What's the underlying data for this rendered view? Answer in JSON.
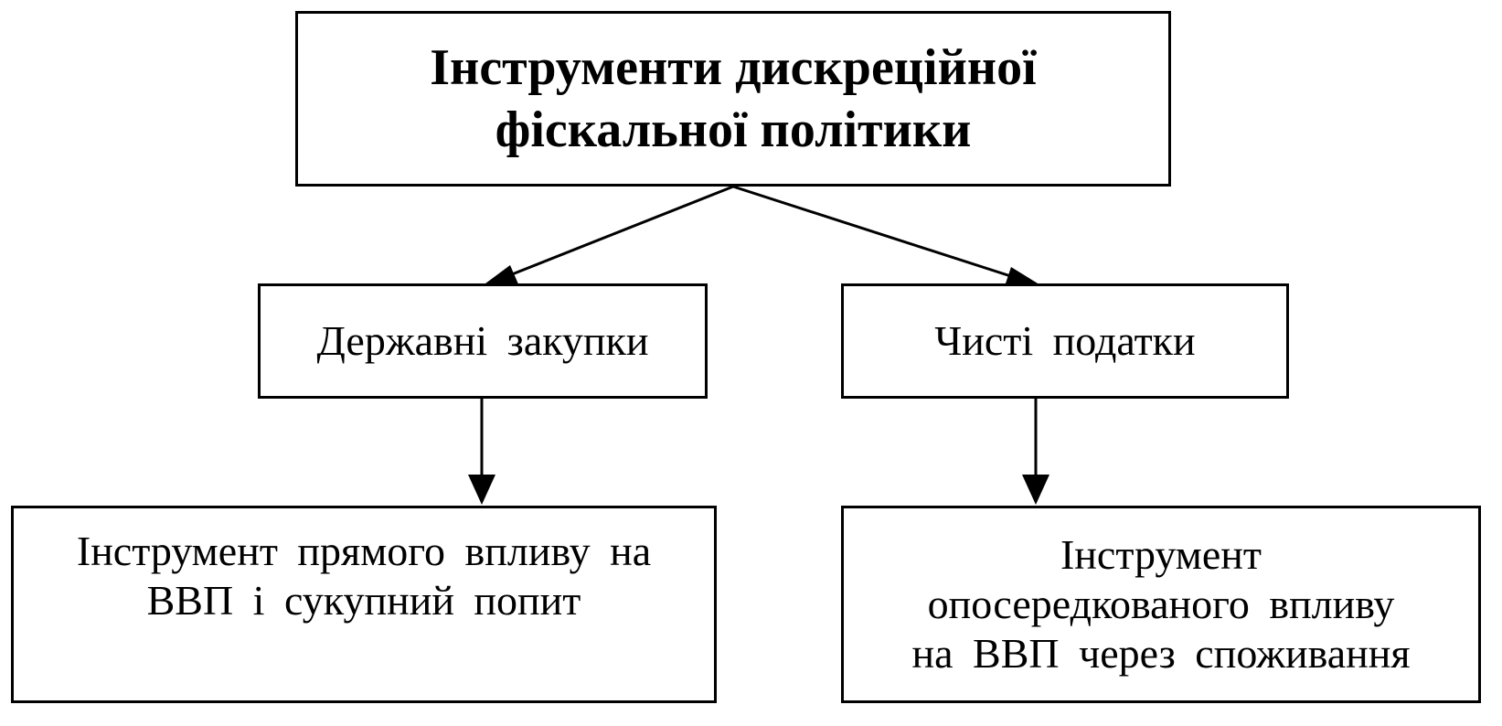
{
  "root": {
    "lines": [
      "Інструменти дискреційної",
      "фіскальної політики"
    ]
  },
  "left_branch": {
    "label": "Державні  закупки",
    "description_lines": [
      "Інструмент  прямого  впливу на",
      "ВВП  і  сукупний  попит"
    ]
  },
  "right_branch": {
    "label": "Чисті  податки",
    "description_lines": [
      "Інструмент",
      "опосередкованого  впливу",
      "на  ВВП  через  споживання"
    ]
  },
  "colors": {
    "stroke": "#000000",
    "background": "#ffffff"
  }
}
